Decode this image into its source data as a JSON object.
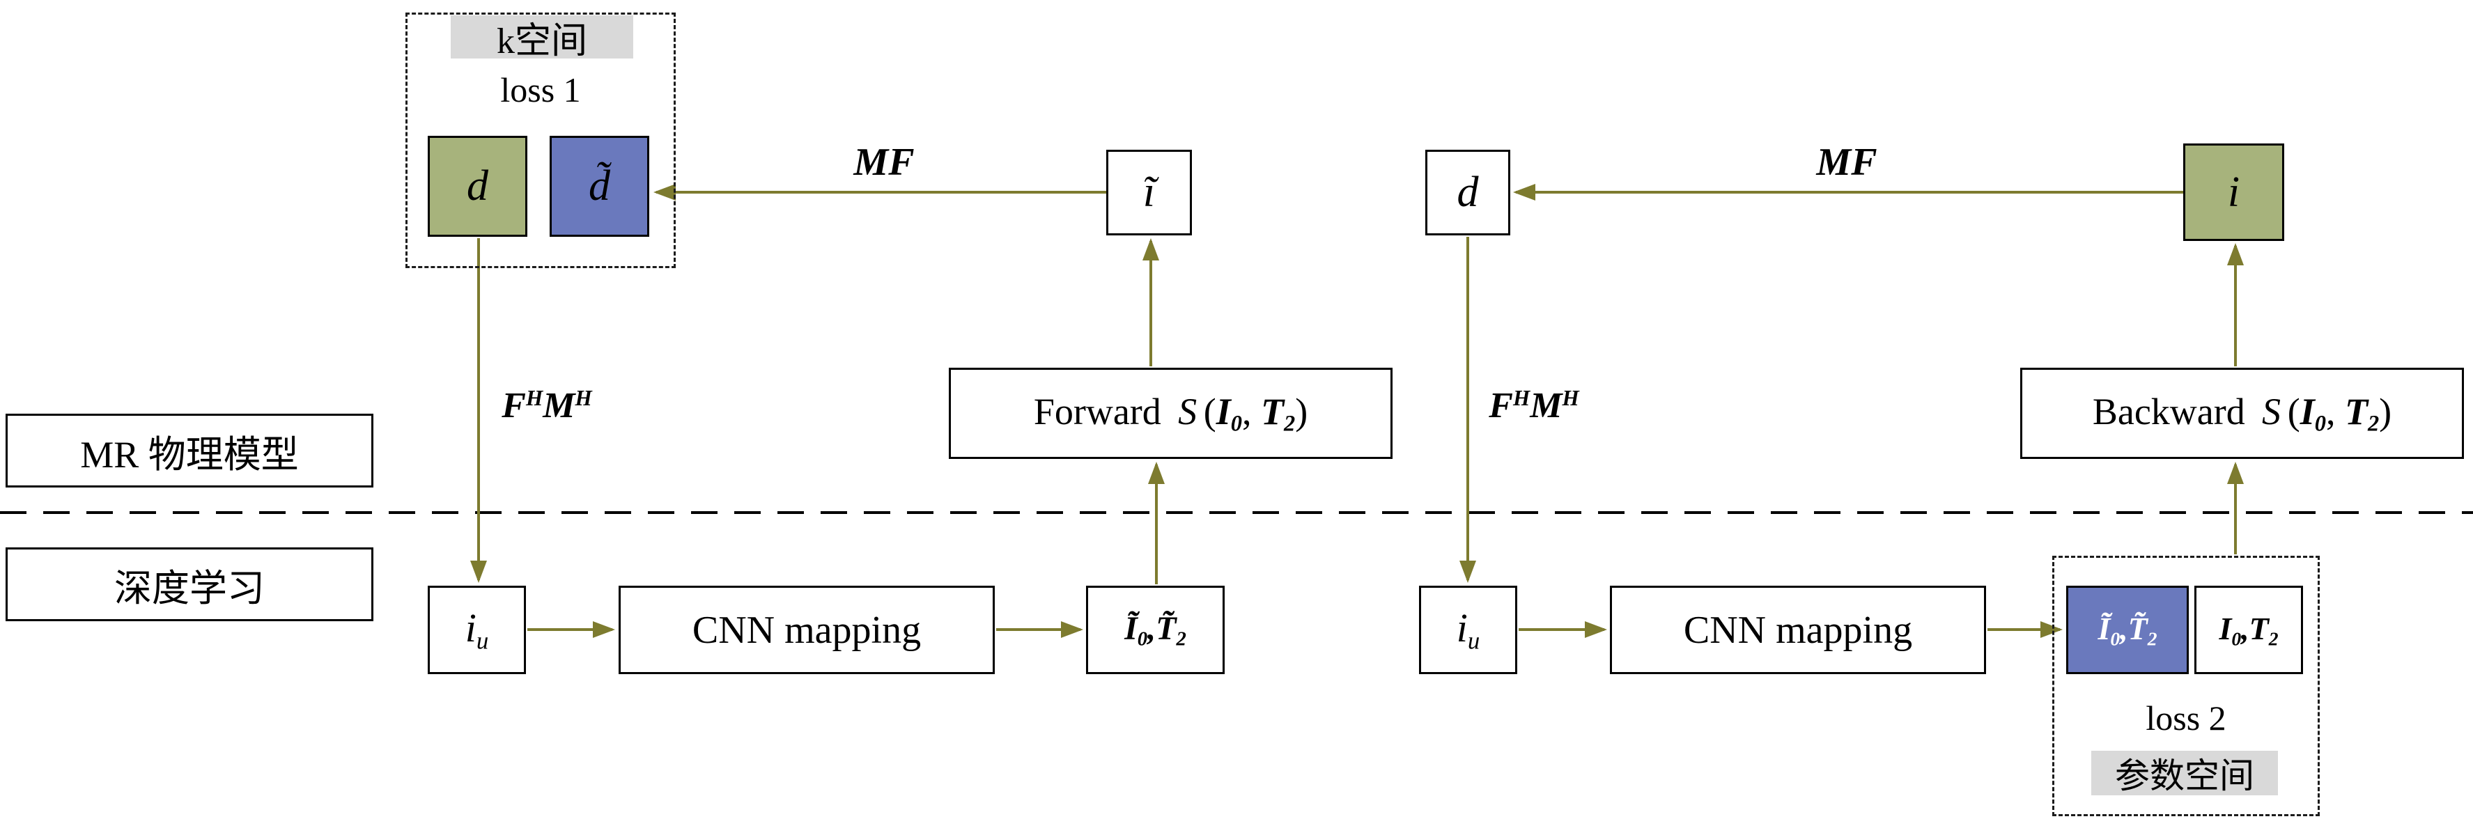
{
  "colors": {
    "green": "#a7b37c",
    "blue": "#6a79bd",
    "olive": "#7d7b2f",
    "gray": "#d9d9d9"
  },
  "row_labels": {
    "physics": "MR 物理模型",
    "deep_learning": "深度学习"
  },
  "left": {
    "kspace_title": "k空间",
    "loss": "loss 1",
    "d": "d",
    "d_tilde": "d̃",
    "i_tilde": "ĩ",
    "mf": "MF",
    "fhmh": {
      "f": "F",
      "f_sup": "H",
      "m": "M",
      "m_sup": "H"
    },
    "forward": {
      "label": "Forward",
      "func": "S",
      "lparen": "(",
      "arg1": "I",
      "arg1_sub": "0",
      "sep": ", ",
      "arg2": "T",
      "arg2_sub": "2",
      "rparen": ")"
    },
    "iu": {
      "base": "i",
      "sub": "u"
    },
    "cnn": "CNN mapping",
    "it_tilde": {
      "arg1": "Ĩ",
      "sub1": "0",
      "comma": ",",
      "arg2": "T̃",
      "sub2": "2"
    }
  },
  "right": {
    "d": "d",
    "i": "i",
    "mf": "MF",
    "fhmh": {
      "f": "F",
      "f_sup": "H",
      "m": "M",
      "m_sup": "H"
    },
    "backward": {
      "label": "Backward",
      "func": "S",
      "lparen": "(",
      "arg1": "I",
      "arg1_sub": "0",
      "sep": ", ",
      "arg2": "T",
      "arg2_sub": "2",
      "rparen": ")"
    },
    "iu": {
      "base": "i",
      "sub": "u"
    },
    "cnn": "CNN mapping",
    "loss": "loss 2",
    "param_title": "参数空间",
    "it_tilde": {
      "arg1": "Ĩ",
      "sub1": "0",
      "comma": ",",
      "arg2": "T̃",
      "sub2": "2"
    },
    "it": {
      "arg1": "I",
      "sub1": "0",
      "comma": ",",
      "arg2": "T",
      "sub2": "2"
    }
  }
}
